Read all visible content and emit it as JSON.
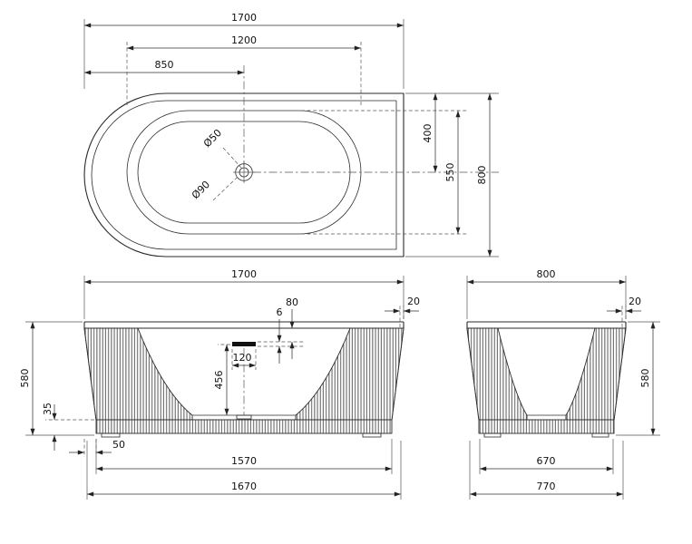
{
  "views": {
    "top": {
      "dims": {
        "length_overall": "1700",
        "basin_length": "1200",
        "drain_offset_x": "850",
        "width_overall": "800",
        "basin_width": "550",
        "drain_offset_y": "400",
        "drain_diameter_small": "Ø50",
        "drain_diameter_large": "Ø90"
      }
    },
    "front": {
      "dims": {
        "length_overall": "1700",
        "rim_edge": "20",
        "overflow_drop": "80",
        "overflow_slot_height": "6",
        "overflow_slot_width": "120",
        "inner_depth": "456",
        "height_overall": "580",
        "base_height": "35",
        "base_inset": "50",
        "base_length": "1570",
        "bottom_length": "1670"
      }
    },
    "side": {
      "dims": {
        "width_overall": "800",
        "rim_edge": "20",
        "height_overall": "580",
        "base_width": "670",
        "bottom_width": "770"
      }
    }
  }
}
